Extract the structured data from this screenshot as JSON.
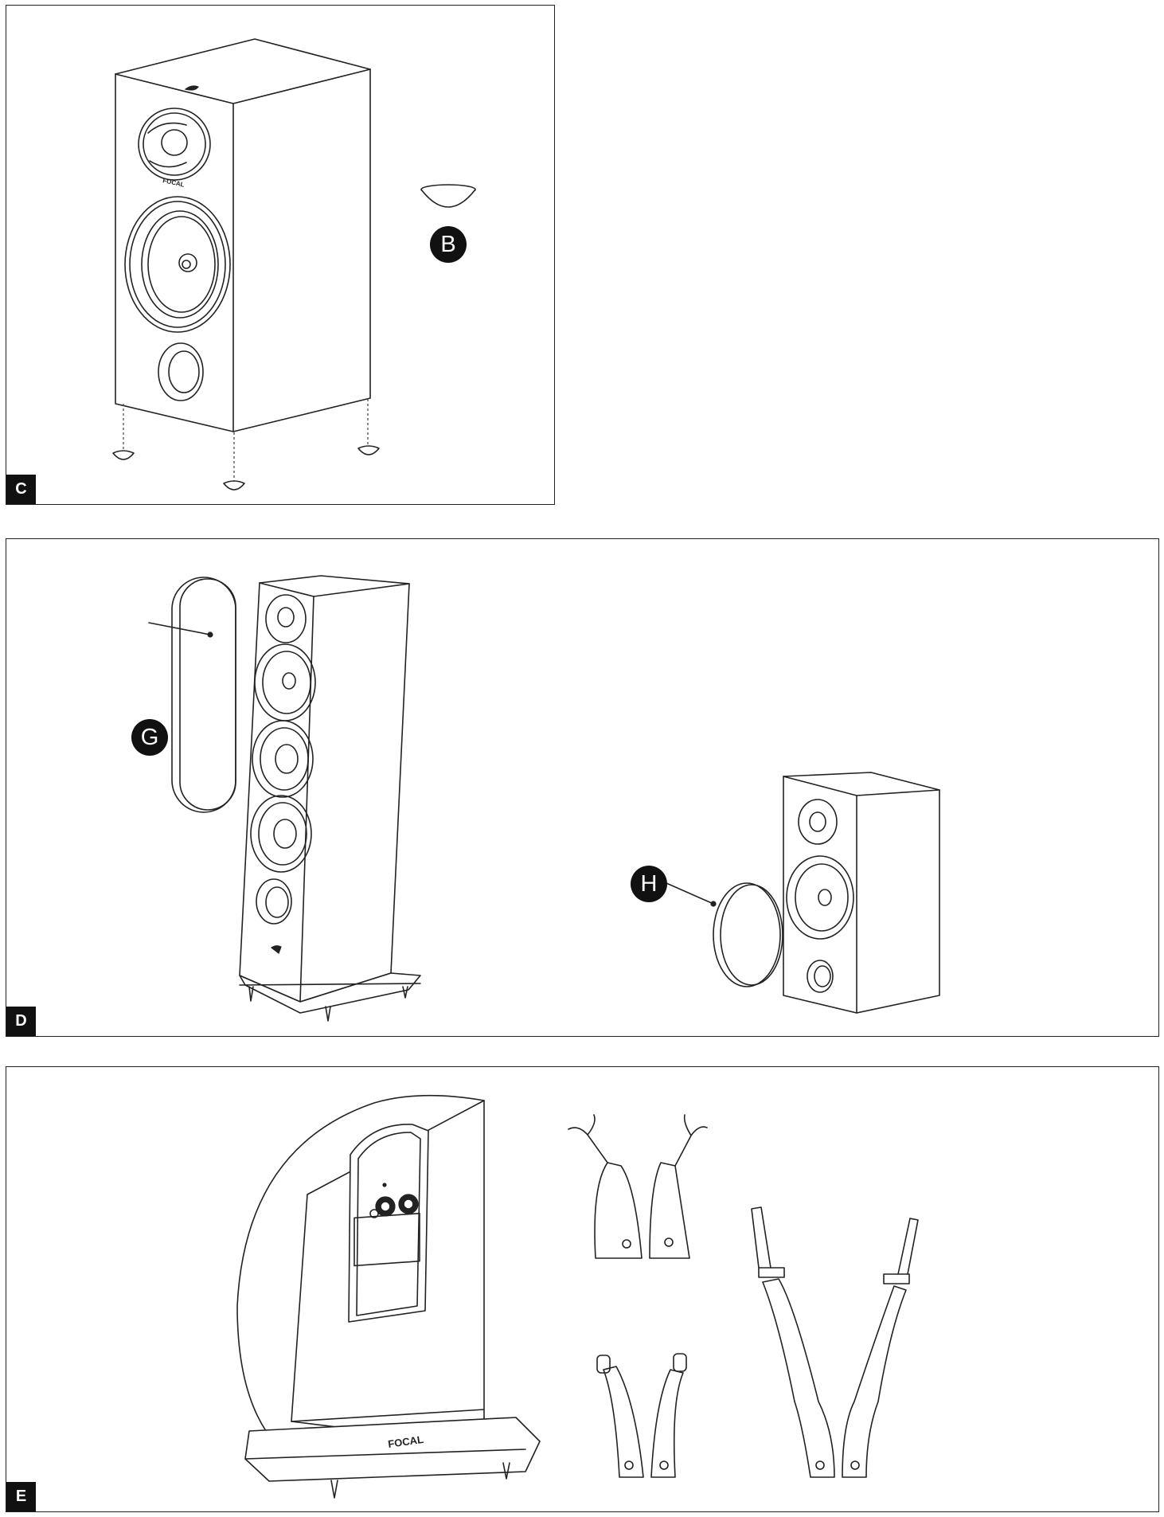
{
  "panels": {
    "c": {
      "tag": "C",
      "callout_b": "B",
      "focal_logo_text": "FOCAL"
    },
    "d": {
      "tag": "D",
      "callout_g": "G",
      "callout_h": "H"
    },
    "e": {
      "tag": "E",
      "plinth_logo_text": "FOCAL"
    }
  }
}
